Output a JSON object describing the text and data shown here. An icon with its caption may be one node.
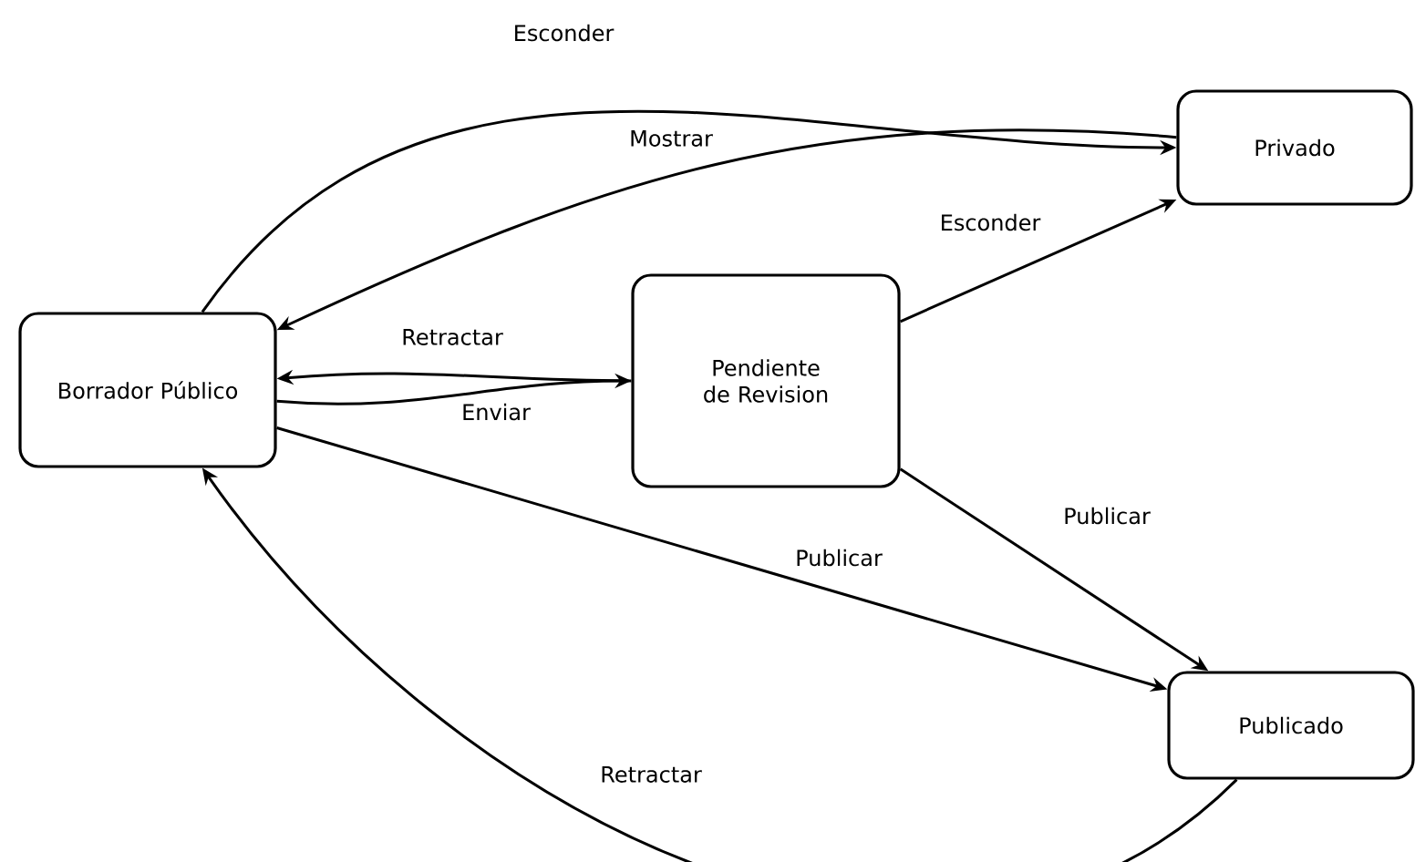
{
  "diagram": {
    "nodes": [
      {
        "text": [
          "Borrador Público"
        ]
      },
      {
        "text": [
          "Pendiente de Revision"
        ]
      },
      {
        "text": [
          "Privado"
        ]
      },
      {
        "text": [
          "Publicado"
        ]
      }
    ],
    "edges": [
      {
        "from": 0,
        "to": 2,
        "arrow": "to",
        "label": "Esconder"
      },
      {
        "from": 2,
        "to": 0,
        "arrow": "to",
        "label": "Mostrar"
      },
      {
        "from": 1,
        "to": 2,
        "arrow": "to",
        "label": "Esconder"
      },
      {
        "from": 1,
        "to": 0,
        "arrow": "to",
        "label": "Retractar"
      },
      {
        "from": 0,
        "to": 1,
        "arrow": "to",
        "label": "Enviar"
      },
      {
        "from": 1,
        "to": 3,
        "arrow": "to",
        "label": "Publicar"
      },
      {
        "from": 0,
        "to": 3,
        "arrow": "to",
        "label": "Publicar"
      },
      {
        "from": 3,
        "to": 0,
        "arrow": "to",
        "label": "Retractar"
      }
    ]
  }
}
